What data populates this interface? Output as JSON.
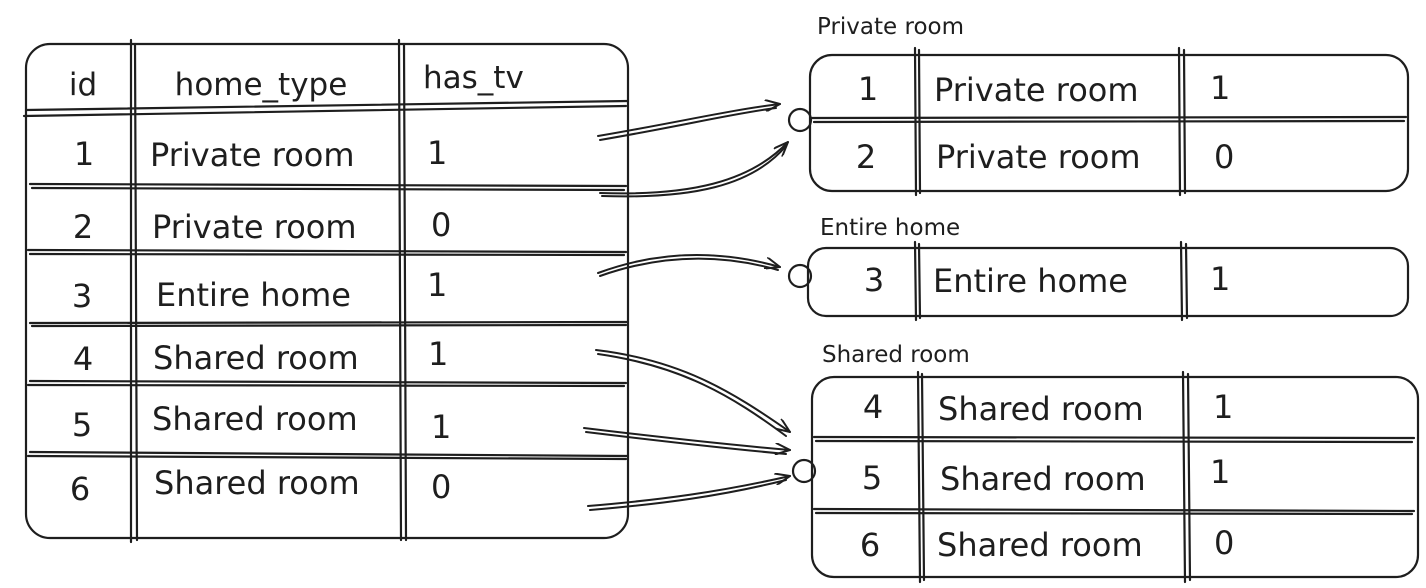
{
  "source_table": {
    "columns": [
      "id",
      "home_type",
      "has_tv"
    ],
    "rows": [
      [
        "1",
        "Private room",
        "1"
      ],
      [
        "2",
        "Private room",
        "0"
      ],
      [
        "3",
        "Entire home",
        "1"
      ],
      [
        "4",
        "Shared room",
        "1"
      ],
      [
        "5",
        "Shared room",
        "1"
      ],
      [
        "6",
        "Shared room",
        "0"
      ]
    ]
  },
  "partitions": [
    {
      "title": "Private room",
      "rows": [
        [
          "1",
          "Private room",
          "1"
        ],
        [
          "2",
          "Private room",
          "0"
        ]
      ]
    },
    {
      "title": "Entire home",
      "rows": [
        [
          "3",
          "Entire home",
          "1"
        ]
      ]
    },
    {
      "title": "Shared room",
      "rows": [
        [
          "4",
          "Shared room",
          "1"
        ],
        [
          "5",
          "Shared room",
          "1"
        ],
        [
          "6",
          "Shared room",
          "0"
        ]
      ]
    }
  ],
  "colors": {
    "stroke": "#1e1e1e",
    "background": "#ffffff"
  }
}
